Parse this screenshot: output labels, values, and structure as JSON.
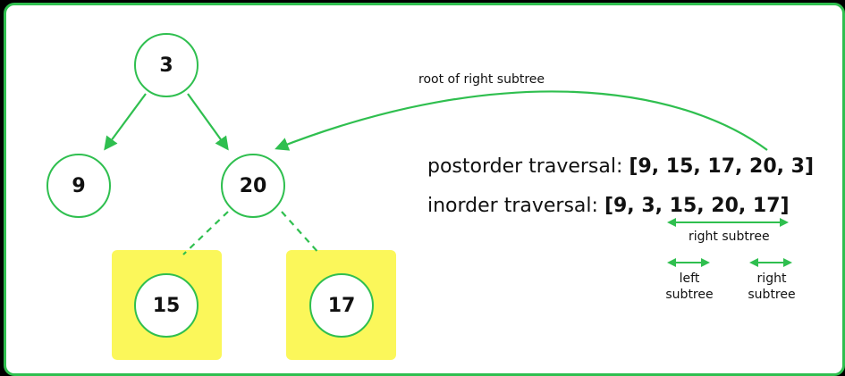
{
  "tree": {
    "root": "3",
    "left_child": "9",
    "right_child": "20",
    "right_left": "15",
    "right_right": "17"
  },
  "annotations": {
    "arrow_label": "root of right subtree",
    "postorder_label": "postorder traversal:",
    "postorder_value": "[9, 15, 17, 20, 3]",
    "inorder_label": "inorder traversal:",
    "inorder_value": "[9, 3, 15, 20, 17]",
    "right_subtree_label": "right subtree",
    "left_sub_line1": "left",
    "left_sub_line2": "subtree",
    "right_sub_line1": "right",
    "right_sub_line2": "subtree"
  },
  "colors": {
    "accent_green": "#2fbf4f",
    "highlight_yellow": "#fbf75a"
  }
}
